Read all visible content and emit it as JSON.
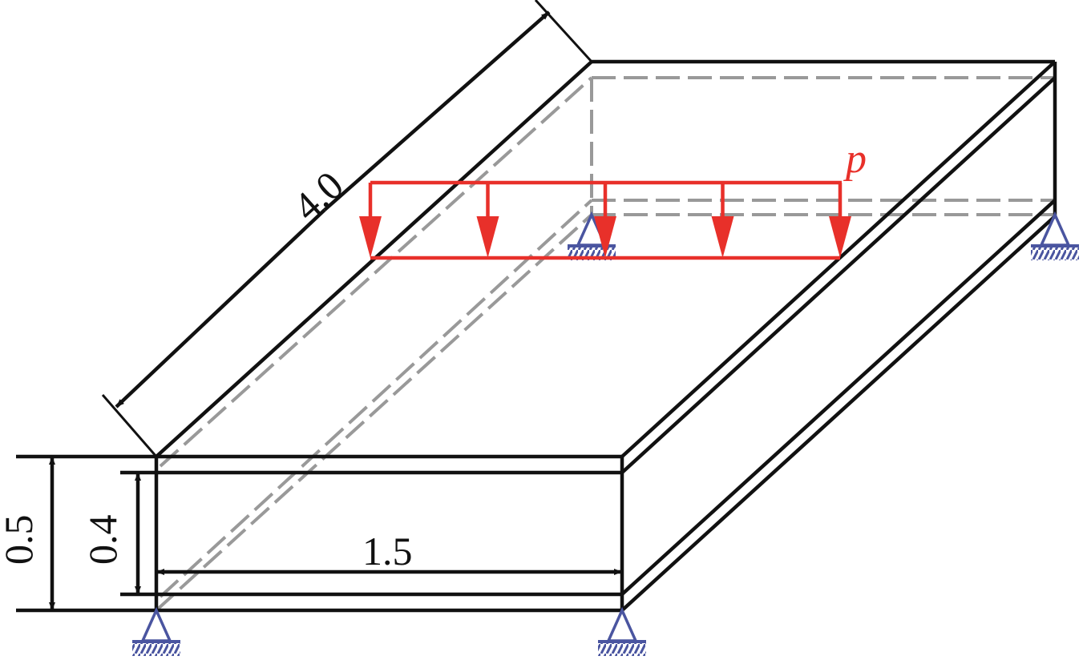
{
  "dimensions": {
    "length": "4.0",
    "width": "1.5",
    "height_outer": "0.5",
    "height_inner": "0.4"
  },
  "load": {
    "label": "p",
    "arrow_count": 5
  },
  "colors": {
    "structure": "#111111",
    "hidden": "#999999",
    "load": "#e8302a",
    "support": "#4a55a0"
  }
}
